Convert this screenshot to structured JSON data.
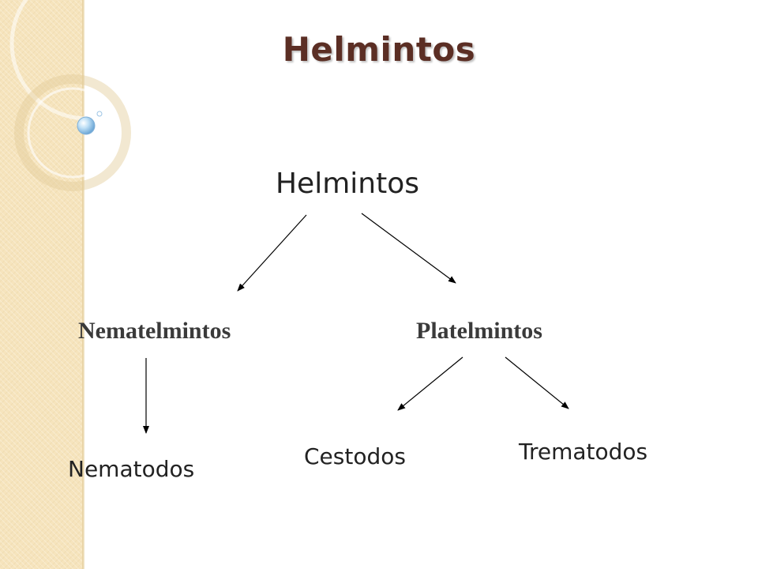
{
  "slide": {
    "title": "Helmintos"
  },
  "diagram": {
    "root": "Helmintos",
    "level1": {
      "left": "Nematelmintos",
      "right": "Platelmintos"
    },
    "level2": {
      "nematodos": "Nematodos",
      "cestodos": "Cestodos",
      "trematodos": "Trematodos"
    }
  },
  "colors": {
    "title": "#5b2e24",
    "side_band": "#f6e4bd",
    "arrows": "#000000",
    "text": "#222222"
  }
}
